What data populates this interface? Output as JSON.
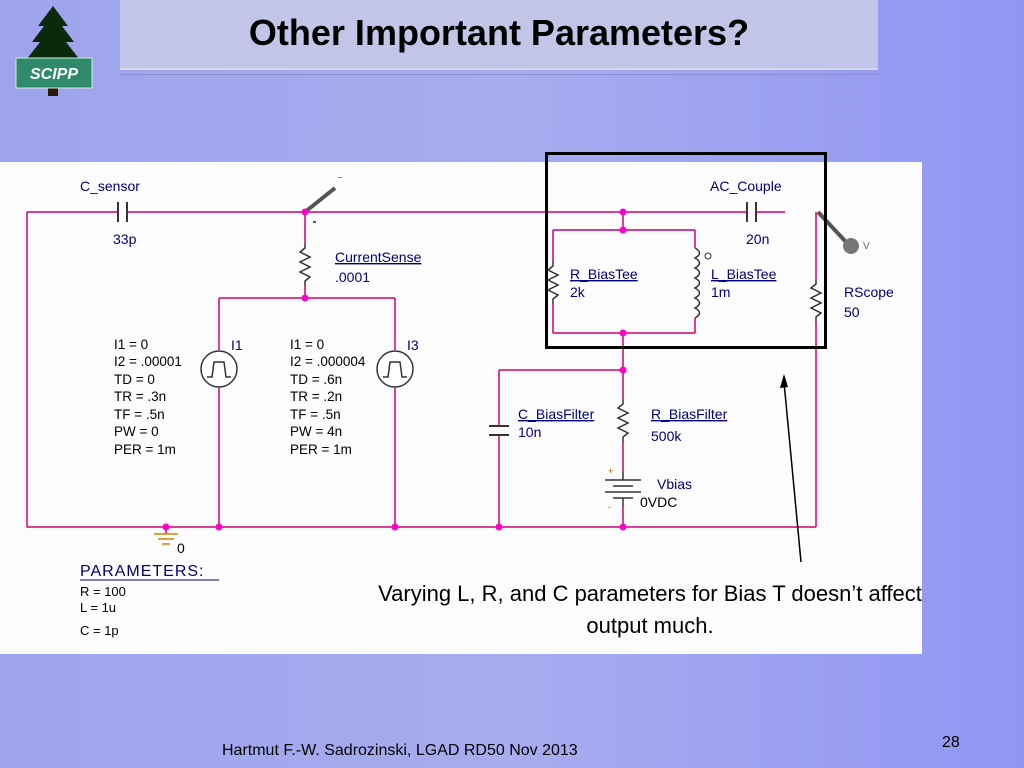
{
  "slide": {
    "title": "Other Important Parameters?",
    "logo_text": "SCIPP",
    "note": "Varying L, R, and C parameters for Bias T doesn’t affect output much.",
    "footer": "Hartmut F.-W. Sadrozinski, LGAD RD50 Nov 2013",
    "page_number": "28"
  },
  "schematic": {
    "c_sensor": {
      "name": "C_sensor",
      "value": "33p"
    },
    "current_sense": {
      "name": "CurrentSense",
      "value": ".0001"
    },
    "i1": {
      "name": "I1",
      "params": [
        "I1 = 0",
        "I2 = .00001",
        "TD = 0",
        "TR = .3n",
        "TF = .5n",
        "PW = 0",
        "PER = 1m"
      ]
    },
    "i3": {
      "name": "I3",
      "params": [
        "I1 = 0",
        "I2 = .000004",
        "TD = .6n",
        "TR = .2n",
        "TF = .5n",
        "PW = 4n",
        "PER = 1m"
      ]
    },
    "ac_couple": {
      "name": "AC_Couple",
      "value": "20n"
    },
    "r_biastee": {
      "name": "R_BiasTee",
      "value": "2k"
    },
    "l_biastee": {
      "name": "L_BiasTee",
      "value": "1m"
    },
    "rscope": {
      "name": "RScope",
      "value": "50"
    },
    "c_biasfilter": {
      "name": "C_BiasFilter",
      "value": "10n"
    },
    "r_biasfilter": {
      "name": "R_BiasFilter",
      "value": "500k"
    },
    "vbias": {
      "name": "Vbias",
      "value": "0VDC",
      "plus": "+",
      "minus": "-"
    },
    "ground": {
      "label": "0"
    },
    "probe_labels": {
      "left": "−",
      "right": "V"
    },
    "parameters": {
      "heading": "PARAMETERS:",
      "lines": [
        "R = 100",
        "L = 1u",
        "C = 1p"
      ]
    }
  },
  "colors": {
    "wire": "#d0006e",
    "node": "#ff00cc",
    "label_blue": "#00007a",
    "background": "#9ea4ec",
    "title_box": "#c3c5e8"
  }
}
